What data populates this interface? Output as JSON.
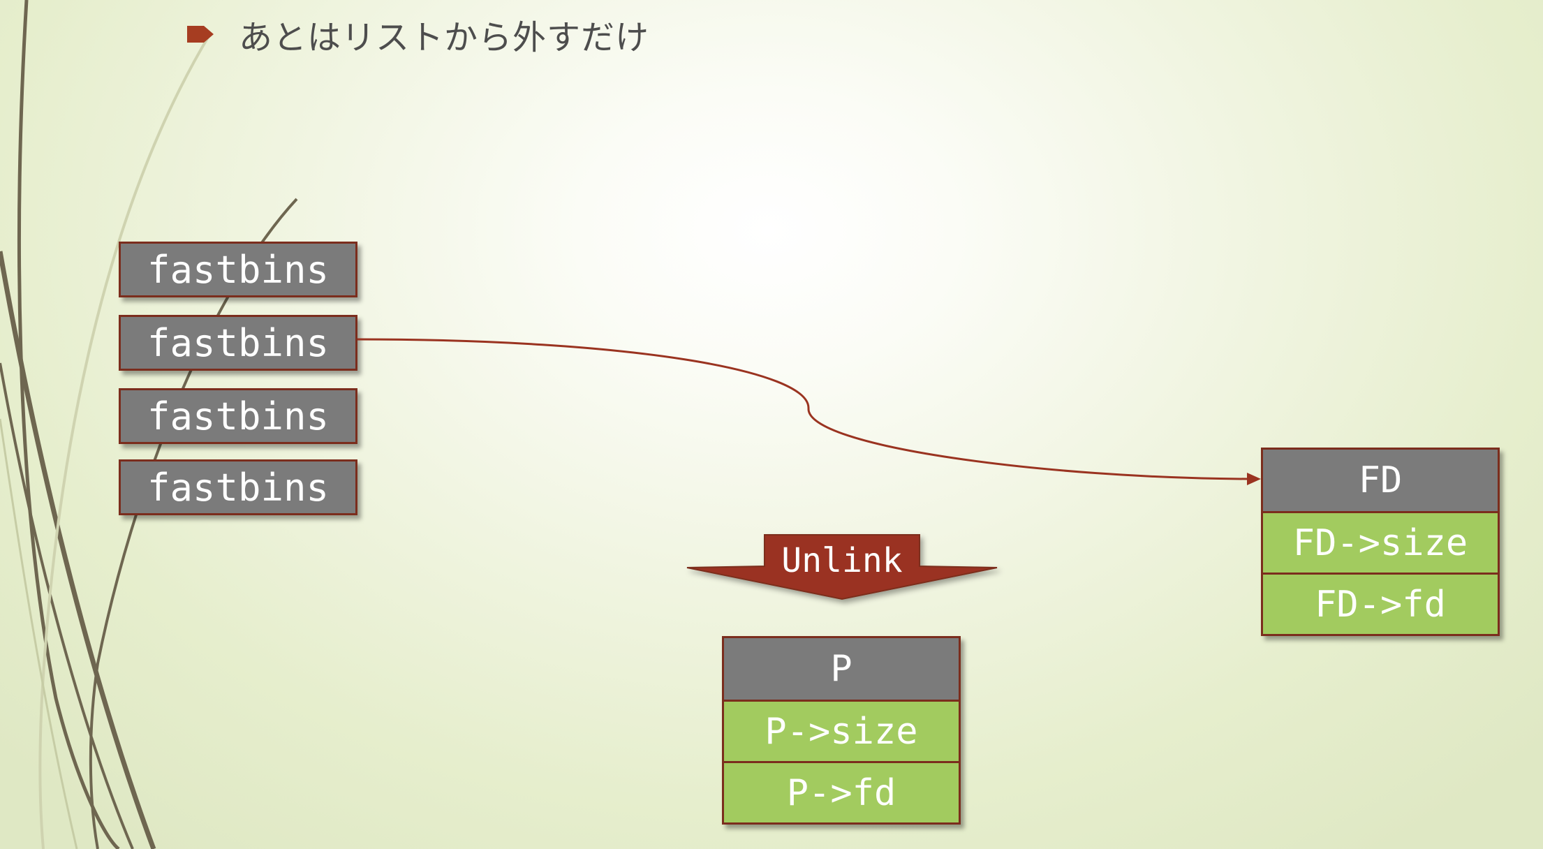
{
  "slide": {
    "bullet_text": "あとはリストから外すだけ"
  },
  "fastbins": [
    {
      "label": "fastbins"
    },
    {
      "label": "fastbins"
    },
    {
      "label": "fastbins"
    },
    {
      "label": "fastbins"
    }
  ],
  "unlink": {
    "label": "Unlink"
  },
  "fd_chunk": {
    "title": "FD",
    "fields": [
      "FD->size",
      "FD->fd"
    ]
  },
  "p_chunk": {
    "title": "P",
    "fields": [
      "P->size",
      "P->fd"
    ]
  },
  "colors": {
    "header_gray": "#7b7b7b",
    "field_green": "#a2cb5f",
    "border_rust": "#7b2d1d",
    "arrow_rust": "#9a3320",
    "bullet_rust": "#a63d21"
  }
}
